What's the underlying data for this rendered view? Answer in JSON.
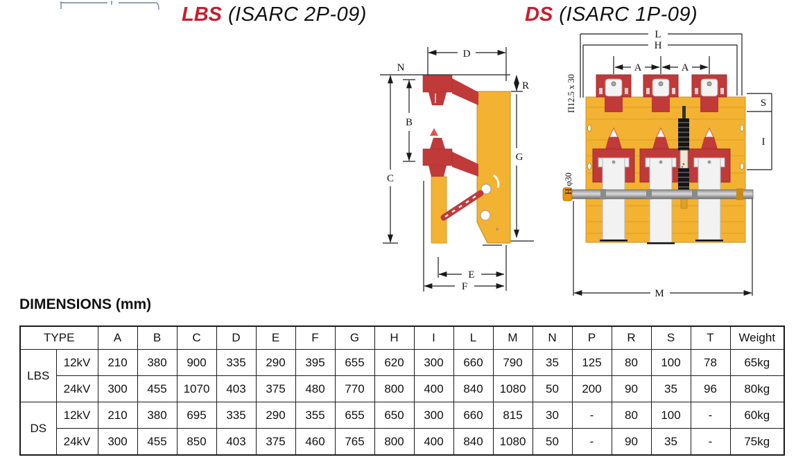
{
  "titles": {
    "lbs_name": "LBS",
    "lbs_model": "(ISARC 2P-09)",
    "ds_name": "DS",
    "ds_model": "(ISARC 1P-09)"
  },
  "colors": {
    "title_red": "#c4202e",
    "drawing_yellow": "#f3b231",
    "drawing_red": "#c03a3a",
    "line_black": "#1a1a1a",
    "shaft_gray": "#9a9a9a"
  },
  "lbs_labels": {
    "d": "D",
    "n": "N",
    "r": "R",
    "b": "B",
    "c": "C",
    "g": "G",
    "e": "E",
    "f": "F"
  },
  "ds_labels": {
    "l": "L",
    "h": "H",
    "a1": "A",
    "a2": "A",
    "s": "S",
    "i": "I",
    "m": "M",
    "channel": "Π12.5 x 30",
    "shaft": "H φ30"
  },
  "dimensions": {
    "heading": "DIMENSIONS (mm)",
    "table": {
      "type_header": "TYPE",
      "columns": [
        "A",
        "B",
        "C",
        "D",
        "E",
        "F",
        "G",
        "H",
        "I",
        "L",
        "M",
        "N",
        "P",
        "R",
        "S",
        "T",
        "Weight"
      ],
      "groups": [
        {
          "type": "LBS",
          "rows": [
            {
              "voltage": "12kV",
              "values": [
                "210",
                "380",
                "900",
                "335",
                "290",
                "395",
                "655",
                "620",
                "300",
                "660",
                "790",
                "35",
                "125",
                "80",
                "100",
                "78",
                "65kg"
              ]
            },
            {
              "voltage": "24kV",
              "values": [
                "300",
                "455",
                "1070",
                "403",
                "375",
                "480",
                "770",
                "800",
                "400",
                "840",
                "1080",
                "50",
                "200",
                "90",
                "35",
                "96",
                "80kg"
              ]
            }
          ]
        },
        {
          "type": "DS",
          "rows": [
            {
              "voltage": "12kV",
              "values": [
                "210",
                "380",
                "695",
                "335",
                "290",
                "355",
                "655",
                "650",
                "300",
                "660",
                "815",
                "30",
                "-",
                "80",
                "100",
                "-",
                "60kg"
              ]
            },
            {
              "voltage": "24kV",
              "values": [
                "300",
                "455",
                "850",
                "403",
                "375",
                "460",
                "765",
                "800",
                "400",
                "840",
                "1080",
                "50",
                "-",
                "90",
                "35",
                "-",
                "75kg"
              ]
            }
          ]
        }
      ]
    }
  }
}
